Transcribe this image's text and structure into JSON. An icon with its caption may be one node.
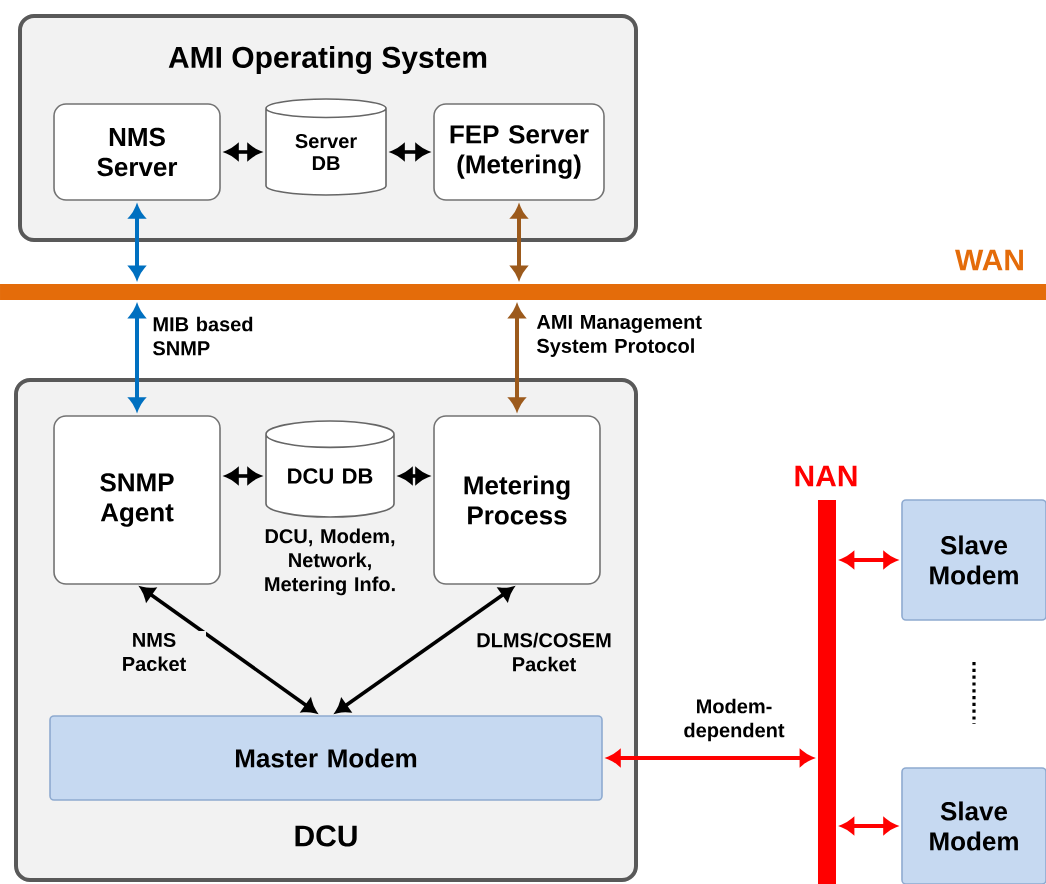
{
  "diagram": {
    "nodes": [
      {
        "text": [
          "AMI Operating System"
        ]
      },
      {
        "text": [
          "NMS Server"
        ],
        "in": 0
      },
      {
        "text": [
          "Server DB"
        ],
        "in": 0
      },
      {
        "text": [
          "FEP Server (Metering)"
        ],
        "in": 0
      },
      {
        "text": [
          "WAN"
        ]
      },
      {
        "text": [
          "DCU"
        ]
      },
      {
        "text": [
          "SNMP Agent"
        ],
        "in": 5
      },
      {
        "text": [
          "DCU DB"
        ],
        "in": 5,
        "beside": [
          "DCU, Modem, Network, Metering Info."
        ]
      },
      {
        "text": [
          "Metering Process"
        ],
        "in": 5
      },
      {
        "text": [
          "Master Modem"
        ],
        "in": 5
      },
      {
        "text": [
          "NAN"
        ]
      },
      {
        "text": [
          "Slave Modem"
        ]
      },
      {
        "text": [
          "Slave Modem"
        ]
      }
    ],
    "edges": [
      {
        "from": 1,
        "to": 2,
        "arrow": "both"
      },
      {
        "from": 2,
        "to": 3,
        "arrow": "both"
      },
      {
        "from": 1,
        "to": 4,
        "arrow": "both",
        "color": "#0070c0"
      },
      {
        "from": 4,
        "to": 6,
        "arrow": "both",
        "label": "MIB based SNMP",
        "color": "#0070c0"
      },
      {
        "from": 3,
        "to": 4,
        "arrow": "both",
        "color": "#9c5a1c"
      },
      {
        "from": 4,
        "to": 8,
        "arrow": "both",
        "label": "AMI Management System Protocol",
        "color": "#9c5a1c"
      },
      {
        "from": 6,
        "to": 7,
        "arrow": "both"
      },
      {
        "from": 7,
        "to": 8,
        "arrow": "both"
      },
      {
        "from": 6,
        "to": 9,
        "arrow": "both",
        "label": "NMS Packet"
      },
      {
        "from": 8,
        "to": 9,
        "arrow": "both",
        "label": "DLMS/COSEM Packet"
      },
      {
        "from": 10,
        "to": 9,
        "arrow": "both",
        "label": "Modem-dependent",
        "color": "#ff0000"
      },
      {
        "from": 10,
        "to": 11,
        "arrow": "both",
        "color": "#ff0000"
      },
      {
        "from": 10,
        "to": 12,
        "arrow": "both",
        "color": "#ff0000"
      }
    ]
  }
}
